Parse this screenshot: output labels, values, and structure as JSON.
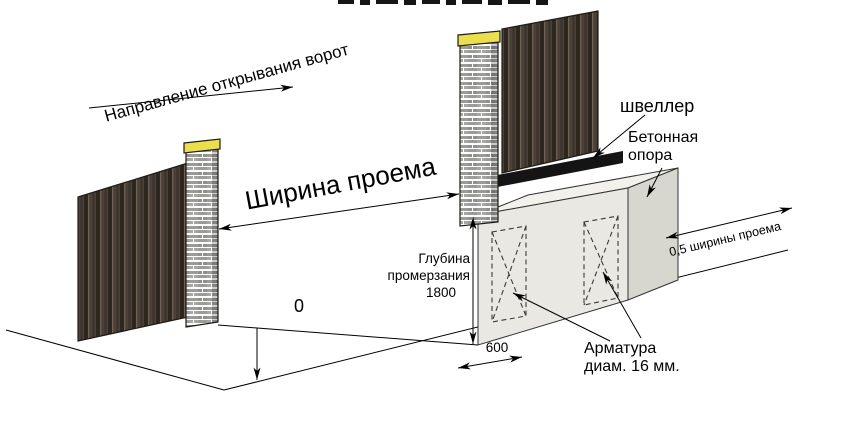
{
  "labels": {
    "direction": "Направление открывания ворот",
    "opening_width": "Ширина проема",
    "channel": "швеллер",
    "concrete_support_line1": "Бетонная",
    "concrete_support_line2": "опора",
    "freezing_depth_line1": "Глубина",
    "freezing_depth_line2": "промерзания",
    "freezing_depth_value": "1800",
    "foundation_width": "600",
    "rebar_line1": "Арматура",
    "rebar_line2": "диам. 16 мм.",
    "half_opening_width": "0,5 ширины проема",
    "zero_mark": "0"
  },
  "colors": {
    "panel_dark_brown": "#4a4138",
    "panel_stripe": "#2d2720",
    "brick_gray": "#9b9b98",
    "mortar_white": "#ffffff",
    "pillar_cap_yellow": "#ecdf4e",
    "concrete_gray": "#e9e8e2",
    "concrete_top_gray": "#f2f1ec",
    "concrete_side_gray": "#d7d6cf",
    "channel_beam_black": "#141414",
    "line_black": "#000000",
    "background": "#ffffff"
  }
}
